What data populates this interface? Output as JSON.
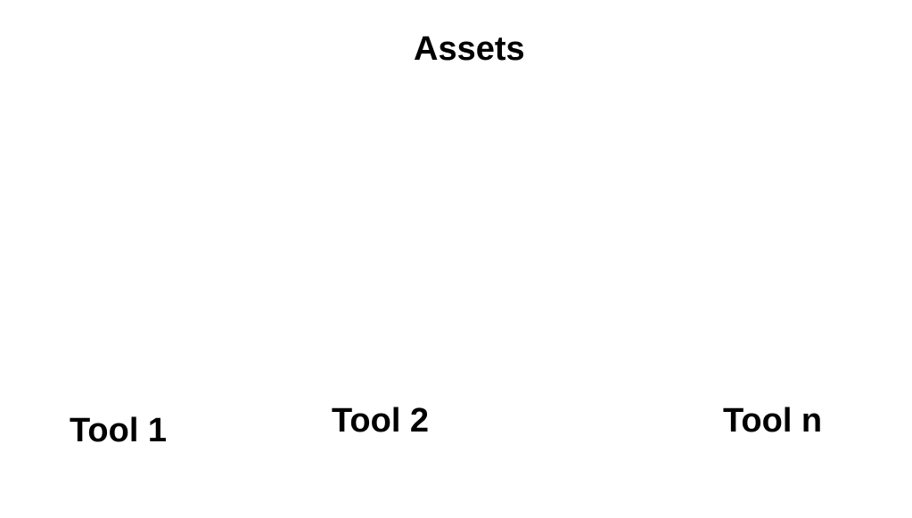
{
  "diagram": {
    "title": "Assets",
    "tools": [
      {
        "label": "Tool 1"
      },
      {
        "label": "Tool 2"
      },
      {
        "label": "Tool n"
      }
    ]
  }
}
